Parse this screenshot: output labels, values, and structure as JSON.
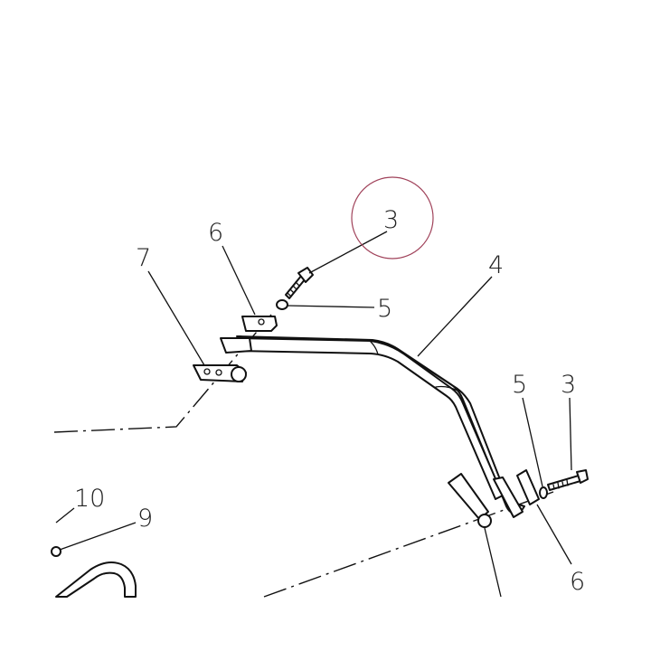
{
  "diagram": {
    "callouts": {
      "top_bolt": "3",
      "top_washer": "5",
      "top_clamp": "6",
      "left_bracket": "7",
      "handle": "4",
      "right_washer": "5",
      "right_bolt": "3",
      "right_clamp": "6",
      "lower_nut": "9",
      "lower_cap": "10"
    },
    "colors": {
      "line": "#111111",
      "label": "#222222",
      "highlight_circle": "#a0425a",
      "background": "#ffffff"
    }
  }
}
